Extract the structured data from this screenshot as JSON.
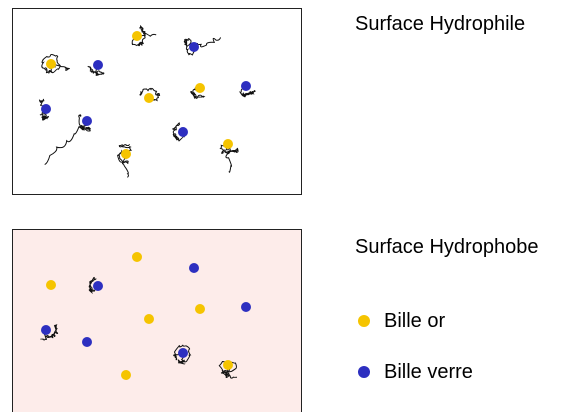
{
  "titles": {
    "hydrophile": "Surface Hydrophile",
    "hydrophobe": "Surface Hydrophobe"
  },
  "colors": {
    "gold": "#f5c400",
    "glass": "#2d2fc0",
    "hydrophobe_bg": "#fdecea"
  },
  "legend": [
    {
      "label": "Bille or",
      "color": "#f5c400"
    },
    {
      "label": "Bille verre",
      "color": "#2d2fc0"
    }
  ],
  "beads_hydrophile": [
    {
      "type": "gold"
    },
    {
      "type": "glass"
    },
    {
      "type": "gold"
    },
    {
      "type": "glass"
    },
    {
      "type": "gold"
    },
    {
      "type": "gold"
    },
    {
      "type": "glass"
    },
    {
      "type": "glass"
    },
    {
      "type": "glass"
    },
    {
      "type": "glass"
    },
    {
      "type": "gold"
    },
    {
      "type": "gold"
    }
  ],
  "beads_hydrophobe": [
    {
      "type": "gold"
    },
    {
      "type": "glass"
    },
    {
      "type": "gold"
    },
    {
      "type": "glass"
    },
    {
      "type": "gold"
    },
    {
      "type": "gold"
    },
    {
      "type": "glass"
    },
    {
      "type": "glass"
    },
    {
      "type": "glass"
    },
    {
      "type": "glass"
    },
    {
      "type": "gold"
    },
    {
      "type": "gold"
    }
  ]
}
